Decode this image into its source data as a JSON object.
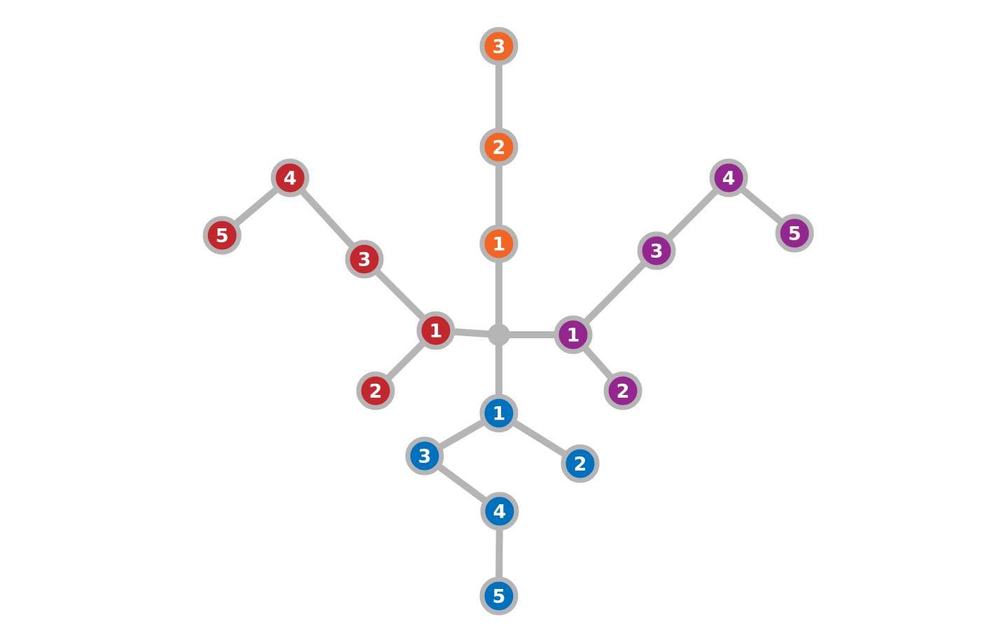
{
  "hub_color": "#b5b5b5",
  "edge_color": "#b5b5b5",
  "branches": [
    {
      "id": "orange",
      "color": "#f26522",
      "nodes": [
        {
          "label": "1"
        },
        {
          "label": "2"
        },
        {
          "label": "3"
        }
      ]
    },
    {
      "id": "red",
      "color": "#c1272d",
      "nodes": [
        {
          "label": "1"
        },
        {
          "label": "2"
        },
        {
          "label": "3"
        },
        {
          "label": "4"
        },
        {
          "label": "5"
        }
      ]
    },
    {
      "id": "purple",
      "color": "#93278f",
      "nodes": [
        {
          "label": "1"
        },
        {
          "label": "2"
        },
        {
          "label": "3"
        },
        {
          "label": "4"
        },
        {
          "label": "5"
        }
      ]
    },
    {
      "id": "blue",
      "color": "#0071bc",
      "nodes": [
        {
          "label": "1"
        },
        {
          "label": "2"
        },
        {
          "label": "3"
        },
        {
          "label": "4"
        },
        {
          "label": "5"
        }
      ]
    }
  ]
}
